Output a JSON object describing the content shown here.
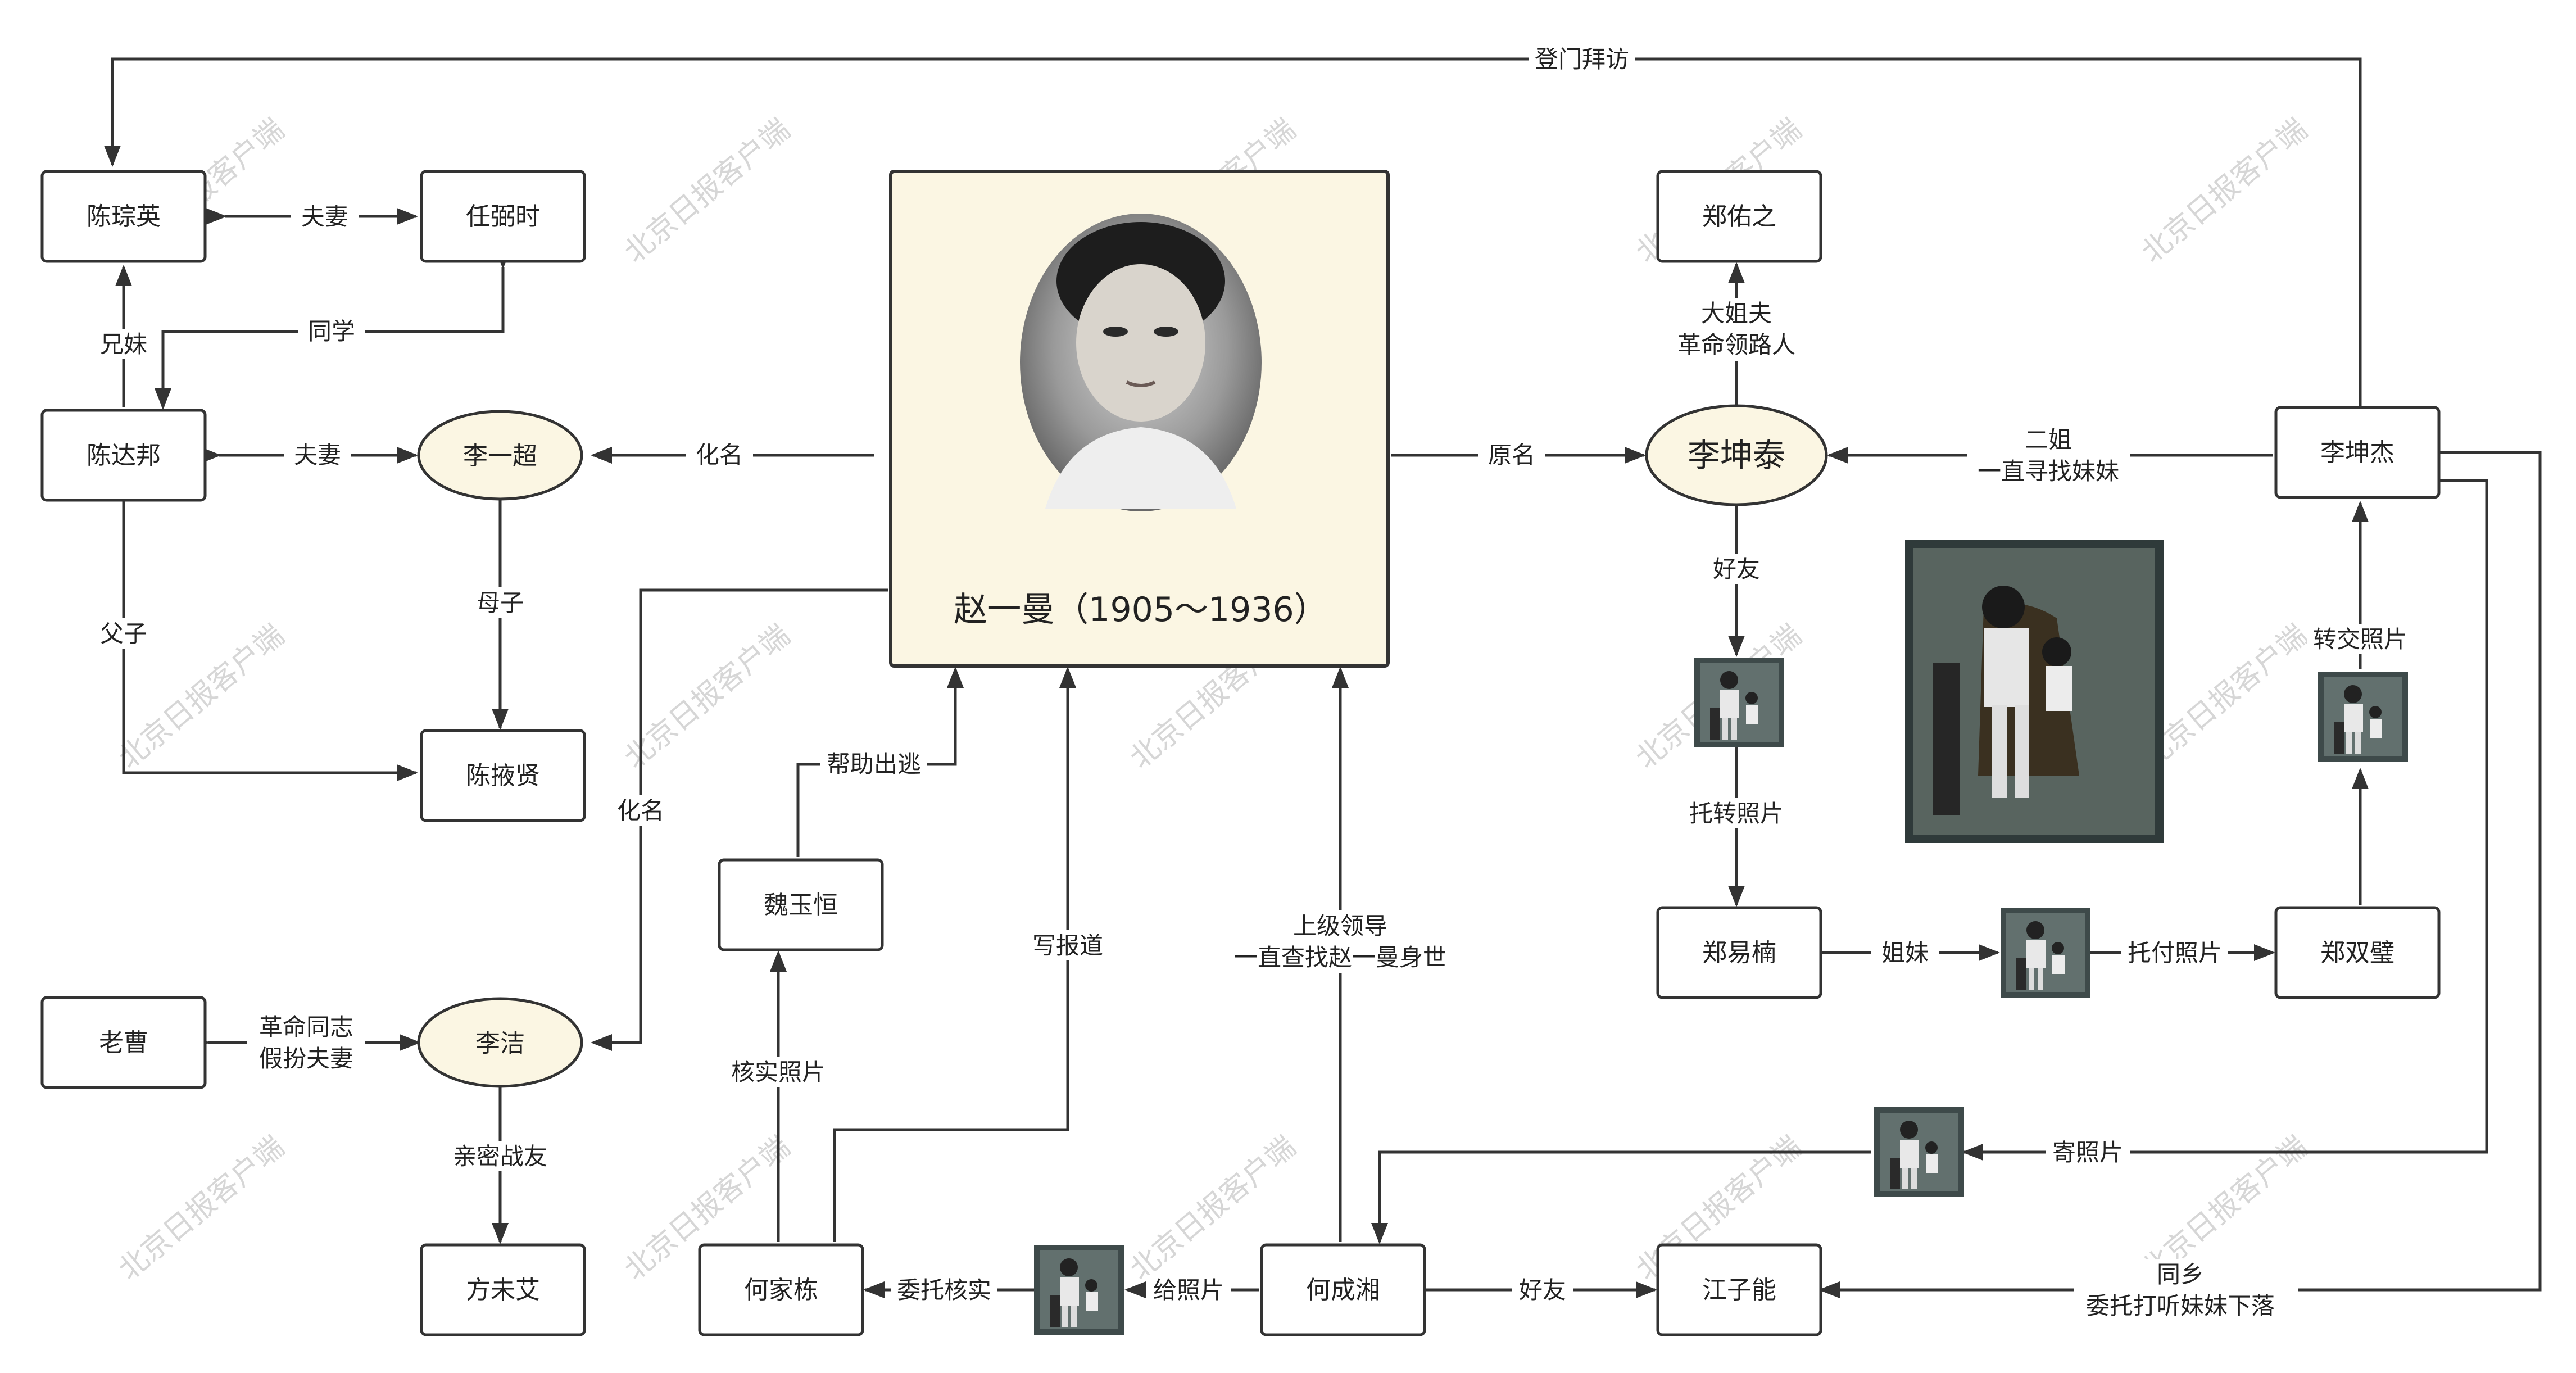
{
  "nodes": {
    "chen_congying": "陈琮英",
    "ren_bishi": "任弼时",
    "chen_dabang": "陈达邦",
    "li_yichao": "李一超",
    "chen_yexian": "陈掖贤",
    "lao_cao": "老曹",
    "li_jie": "李洁",
    "fang_moai": "方未艾",
    "wei_yuheng": "魏玉恒",
    "he_jiadong": "何家栋",
    "he_chengxiang": "何成湘",
    "jiang_zineng": "江子能",
    "zheng_youzhi": "郑佑之",
    "li_kuntai": "李坤泰",
    "li_kunjie": "李坤杰",
    "zheng_yinan": "郑易楠",
    "zheng_shuangbi": "郑双璧",
    "zhao_yiman": "赵一曼（1905～1936）"
  },
  "edges": {
    "visit": "登门拜访",
    "couple1": "夫妻",
    "siblings": "兄妹",
    "classmates": "同学",
    "couple2": "夫妻",
    "alias1": "化名",
    "mother_son": "母子",
    "father_son": "父子",
    "alias2": "化名",
    "comrades_1": "革命同志",
    "comrades_2": "假扮夫妻",
    "close_comrades": "亲密战友",
    "helped_escape": "帮助出逃",
    "verify_photo": "核实照片",
    "wrote_report": "写报道",
    "superior_1": "上级领导",
    "superior_2": "一直查找赵一曼身世",
    "entrust_verify": "委托核实",
    "gave_photo": "给照片",
    "friends1": "好友",
    "original_name": "原名",
    "brother_in_law_1": "大姐夫",
    "brother_in_law_2": "革命领路人",
    "second_sister_1": "二姐",
    "second_sister_2": "一直寻找妹妹",
    "friends2": "好友",
    "forward_photo": "托转照片",
    "sisters": "姐妹",
    "entrust_photo": "托付照片",
    "hand_over_photo": "转交照片",
    "mail_photo": "寄照片",
    "hometown_1": "同乡",
    "hometown_2": "委托打听妹妹下落"
  },
  "watermark": "北京日报客户端",
  "colors": {
    "line": "#333333",
    "ellipse_fill": "#fbf6e3",
    "portrait_fill": "#fbf6e3"
  }
}
